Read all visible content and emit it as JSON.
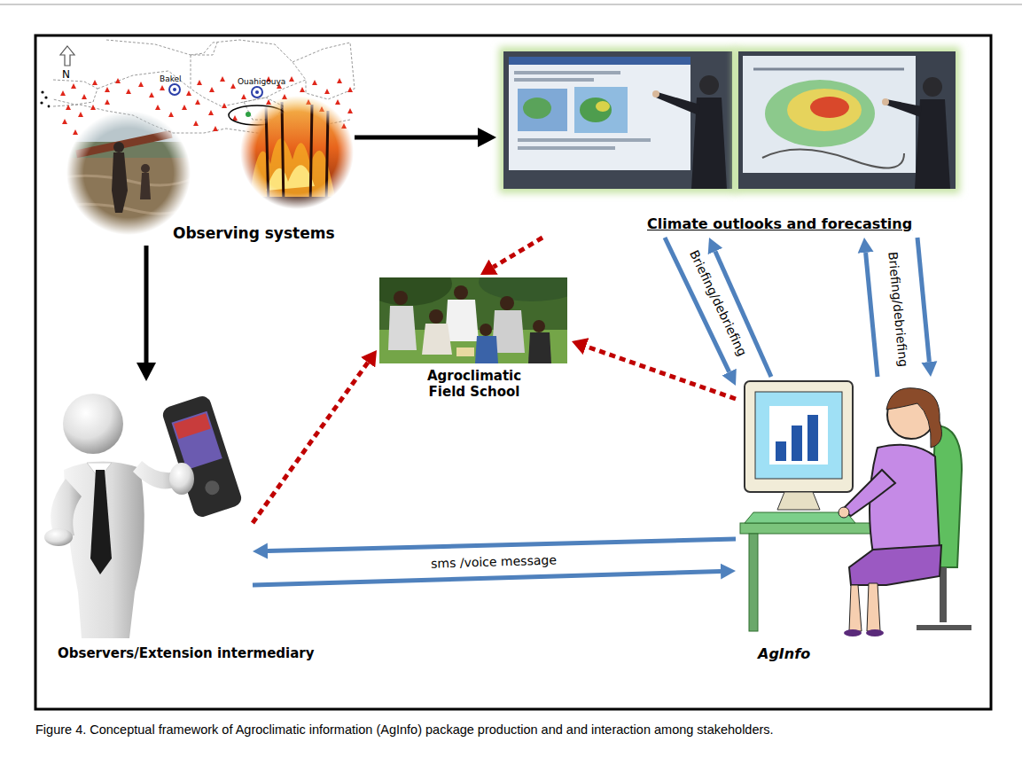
{
  "diagram": {
    "caption": "Figure 4. Conceptual framework of Agroclimatic information (AgInfo) package production and and interaction among stakeholders.",
    "nodes": [
      {
        "text": [
          "Observing systems"
        ]
      },
      {
        "text": [
          "Climate outlooks and forecasting"
        ]
      },
      {
        "text": [
          "Agroclimatic Field School"
        ]
      },
      {
        "text": [
          "Observers/Extension intermediary"
        ]
      },
      {
        "text": [
          "AgInfo"
        ]
      }
    ],
    "edges": [
      {
        "from": 0,
        "to": 1,
        "arrow": "to"
      },
      {
        "from": 0,
        "to": 3,
        "arrow": "to"
      },
      {
        "from": 1,
        "to": 2,
        "arrow": "to"
      },
      {
        "from": 1,
        "to": 4,
        "label": "Briefing/debriefing",
        "arrow": "to"
      },
      {
        "from": 4,
        "to": 1,
        "arrow": "to"
      },
      {
        "from": 4,
        "to": 1,
        "arrow": "to"
      },
      {
        "from": 1,
        "to": 4,
        "label": "Briefing/debriefing",
        "arrow": "to"
      },
      {
        "from": 4,
        "to": 2,
        "arrow": "to"
      },
      {
        "from": 3,
        "to": 2,
        "arrow": "to"
      },
      {
        "from": 4,
        "to": 3,
        "arrow": "to"
      },
      {
        "from": 3,
        "to": 4,
        "label": "sms /voice message",
        "arrow": "to"
      }
    ],
    "labels": [
      "N",
      "Bakel",
      "Ouahigouya"
    ]
  }
}
